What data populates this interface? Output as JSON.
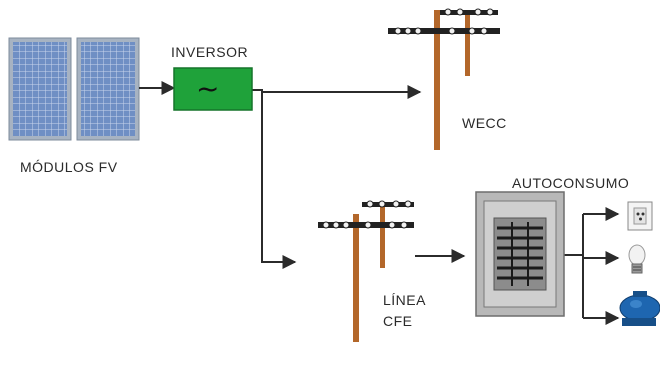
{
  "labels": {
    "panels": "MÓDULOS FV",
    "inverter": "INVERSOR",
    "inverter_symbol": "~",
    "grid": "WECC",
    "line_1": "LÍNEA",
    "line_2": "CFE",
    "self_consumption": "AUTOCONSUMO"
  },
  "colors": {
    "panel_fill": "#6f8fc4",
    "panel_frame": "#9aa7b7",
    "inverter_green": "#1fa23a",
    "pole_wood": "#b3672a",
    "wire": "#2b2b2b",
    "cabinet_gray": "#b8b8b8"
  },
  "icons": [
    "solar-panel-icon",
    "inverter-icon",
    "utility-pole-icon",
    "electrical-panel-icon",
    "outlet-icon",
    "lightbulb-icon",
    "motor-icon"
  ]
}
